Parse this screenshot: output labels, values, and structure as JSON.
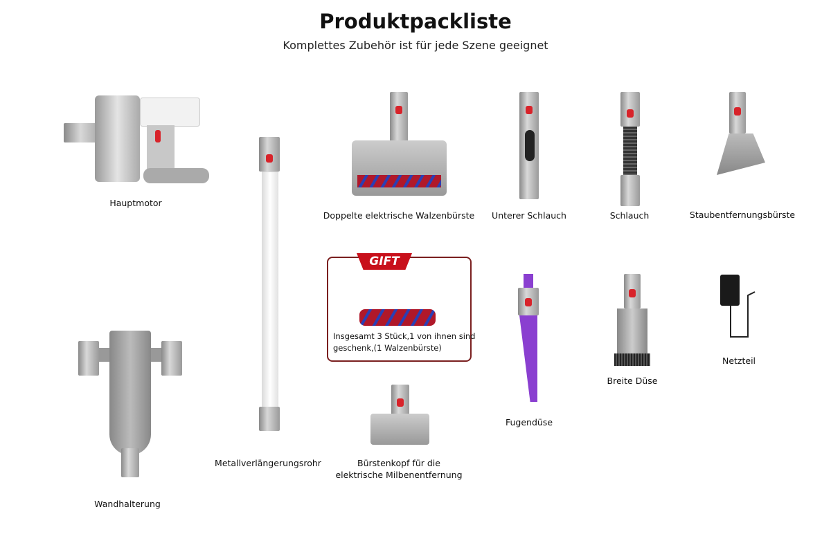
{
  "header": {
    "title": "Produktpackliste",
    "subtitle": "Komplettes Zubehör ist für jede Szene geeignet"
  },
  "items": [
    {
      "label": "Hauptmotor"
    },
    {
      "label": "Doppelte elektrische Walzenbürste"
    },
    {
      "label": "Unterer Schlauch"
    },
    {
      "label": "Schlauch"
    },
    {
      "label": "Staubentfernungsbürste"
    },
    {
      "label": "Metallverlängerungsrohr"
    },
    {
      "label": "Bürstenkopf für die",
      "label2": "elektrische Milbenentfernung"
    },
    {
      "label": "Fugendüse"
    },
    {
      "label": "Breite Düse"
    },
    {
      "label": "Netzteil"
    },
    {
      "label": "Wandhalterung"
    }
  ],
  "gift": {
    "tag": "GIFT",
    "line1": "Insgesamt 3 Stück,1 von ihnen sind",
    "line2": "geschenk,(1 Walzenbürste)"
  },
  "colors": {
    "accent": "#d8232a",
    "gift_border": "#7a1f1f",
    "crevice": "#8a3fd0"
  }
}
